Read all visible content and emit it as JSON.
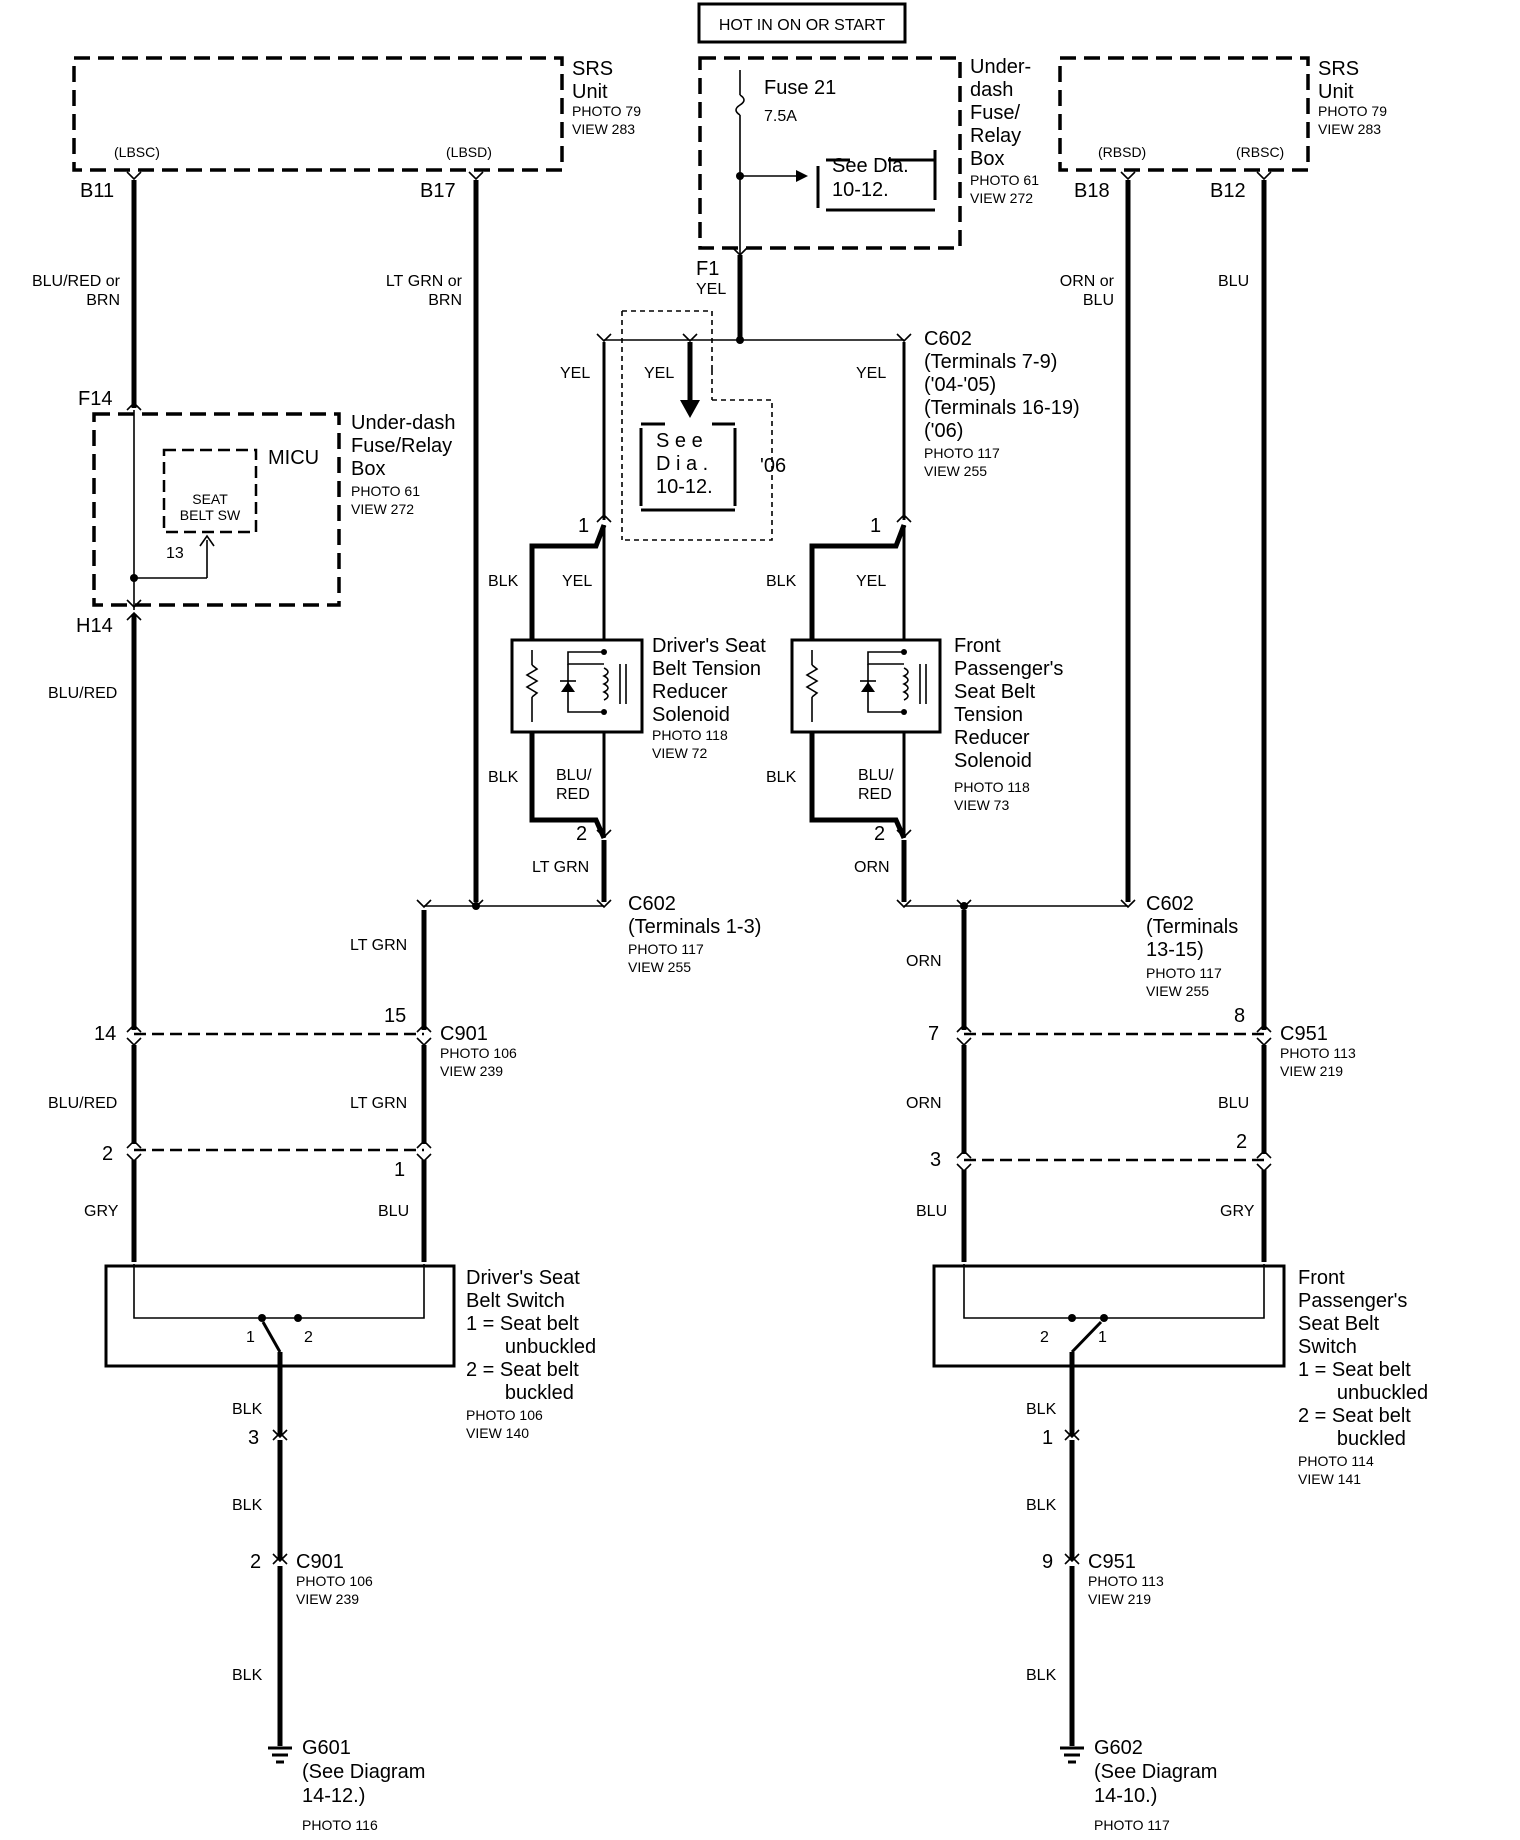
{
  "hot_label": "HOT IN ON OR START",
  "srs_left": {
    "title": "SRS\nUnit",
    "photo": "PHOTO 79\nVIEW 283",
    "pin_lbsc": "(LBSC)",
    "pin_lbsd": "(LBSD)",
    "term_b11": "B11",
    "term_b17": "B17",
    "wire_b11": "BLU/RED or\nBRN",
    "wire_b17": "LT GRN or\nBRN"
  },
  "srs_right": {
    "title": "SRS\nUnit",
    "photo": "PHOTO 79\nVIEW 283",
    "pin_rbsd": "(RBSD)",
    "pin_rbsc": "(RBSC)",
    "term_b18": "B18",
    "term_b12": "B12",
    "wire_b18": "ORN or\nBLU",
    "wire_b12": "BLU"
  },
  "fuse_box_top": {
    "title": "Under-\ndash\nFuse/\nRelay\nBox",
    "photo": "PHOTO 61\nVIEW 272",
    "fuse_name": "Fuse 21",
    "fuse_rating": "7.5A",
    "see_dia": "See Dia.\n10-12.",
    "term_f1": "F1",
    "wire_f1": "YEL"
  },
  "splice_top": {
    "wire_left": "YEL",
    "wire_center": "YEL",
    "wire_right": "YEL",
    "see_dia": "S e e\nD i a .\n10-12.",
    "year": "'06",
    "conn": "C602\n(Terminals 7-9)\n('04-'05)\n(Terminals 16-19)\n('06)",
    "photo": "PHOTO 117\nVIEW 255"
  },
  "micu": {
    "title": "Under-dash\nFuse/Relay\nBox",
    "photo": "PHOTO 61\nVIEW 272",
    "micu_label": "MICU",
    "sw_label": "SEAT\nBELT SW",
    "pin13": "13",
    "term_f14": "F14",
    "term_h14": "H14",
    "wire_h14": "BLU/RED"
  },
  "drv_solenoid": {
    "pin1": "1",
    "pin2": "2",
    "wire_blk_top": "BLK",
    "wire_yel": "YEL",
    "wire_blk_bot": "BLK",
    "wire_blured": "BLU/\nRED",
    "wire_out": "LT GRN",
    "label": "Driver's Seat\nBelt Tension\nReducer\nSolenoid",
    "photo": "PHOTO 118\nVIEW 72"
  },
  "pas_solenoid": {
    "pin1": "1",
    "pin2": "2",
    "wire_blk_top": "BLK",
    "wire_yel": "YEL",
    "wire_blk_bot": "BLK",
    "wire_blured": "BLU/\nRED",
    "wire_out": "ORN",
    "label": "Front\nPassenger's\nSeat Belt\nTension\nReducer\nSolenoid",
    "photo": "PHOTO 118\nVIEW 73"
  },
  "c602_left": {
    "conn": "C602\n(Terminals 1-3)",
    "photo": "PHOTO 117\nVIEW 255",
    "wire_down": "LT GRN"
  },
  "c602_right": {
    "conn": "C602\n(Terminals\n13-15)",
    "photo": "PHOTO 117\nVIEW 255",
    "wire_down": "ORN"
  },
  "c901": {
    "pin14": "14",
    "pin15": "15",
    "conn": "C901",
    "photo": "PHOTO 106\nVIEW 239",
    "wire_left": "BLU/RED",
    "wire_right": "LT GRN",
    "pin2": "2",
    "pin1": "1",
    "wire_gry": "GRY",
    "wire_blu": "BLU"
  },
  "c951": {
    "pin7": "7",
    "pin8": "8",
    "conn": "C951",
    "photo": "PHOTO 113\nVIEW 219",
    "wire_left": "ORN",
    "wire_right": "BLU",
    "pin3": "3",
    "pin2": "2",
    "wire_blu": "BLU",
    "wire_gry": "GRY"
  },
  "drv_switch": {
    "label": "Driver's Seat\nBelt Switch\n1 = Seat belt\n       unbuckled\n2 = Seat belt\n       buckled",
    "photo": "PHOTO 106\nVIEW 140",
    "pos1": "1",
    "pos2": "2",
    "wire_blk1": "BLK",
    "pin3": "3",
    "wire_blk2": "BLK",
    "pin2": "2",
    "conn": "C901",
    "conn_photo": "PHOTO 106\nVIEW 239",
    "wire_blk3": "BLK",
    "ground": "G601\n(See Diagram\n14-12.)",
    "ground_photo": "PHOTO 116"
  },
  "pas_switch": {
    "label": "Front\nPassenger's\nSeat Belt\nSwitch\n1 = Seat belt\n       unbuckled\n2 = Seat belt\n       buckled",
    "photo": "PHOTO 114\nVIEW 141",
    "pos2": "2",
    "pos1": "1",
    "wire_blk1": "BLK",
    "pin1": "1",
    "wire_blk2": "BLK",
    "pin9": "9",
    "conn": "C951",
    "conn_photo": "PHOTO 113\nVIEW 219",
    "wire_blk3": "BLK",
    "ground": "G602\n(See Diagram\n14-10.)",
    "ground_photo": "PHOTO 117"
  }
}
